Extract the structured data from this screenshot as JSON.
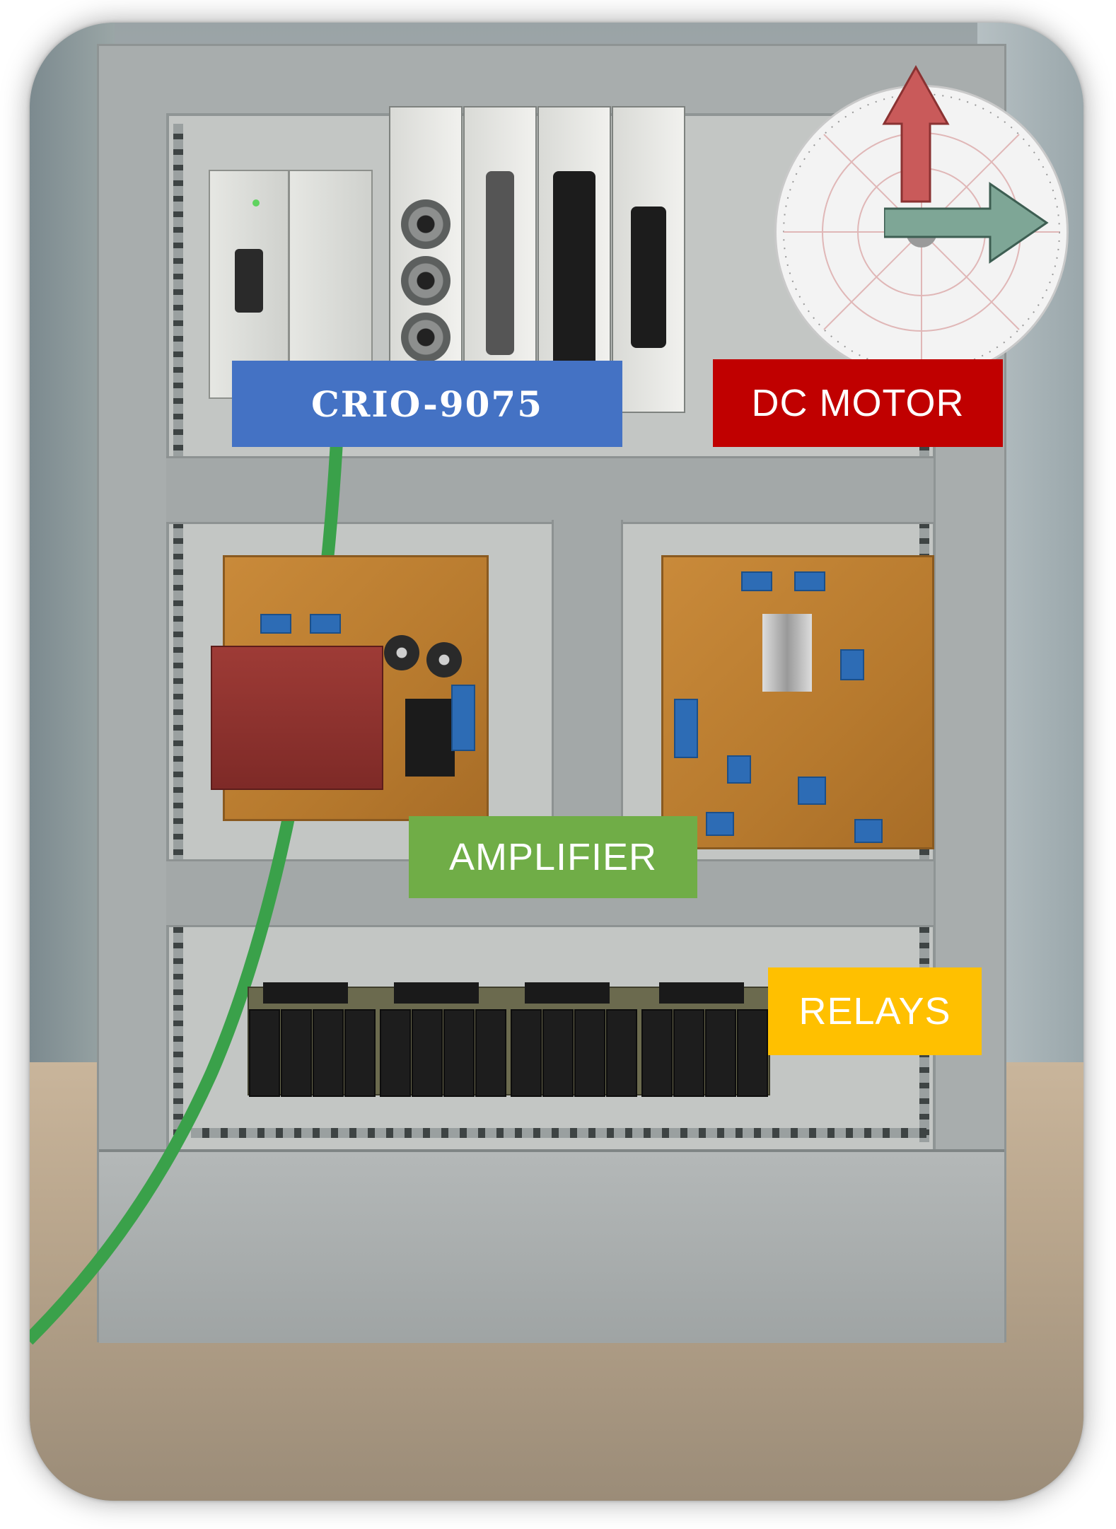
{
  "labels": {
    "crio": {
      "text": "CRIO-9075",
      "color": "#4472c4"
    },
    "dc_motor": {
      "text": "DC MOTOR",
      "color": "#c00000"
    },
    "amplifier": {
      "text": "AMPLIFIER",
      "color": "#70ad47"
    },
    "relays": {
      "text": "RELAYS",
      "color": "#ffc000"
    }
  }
}
